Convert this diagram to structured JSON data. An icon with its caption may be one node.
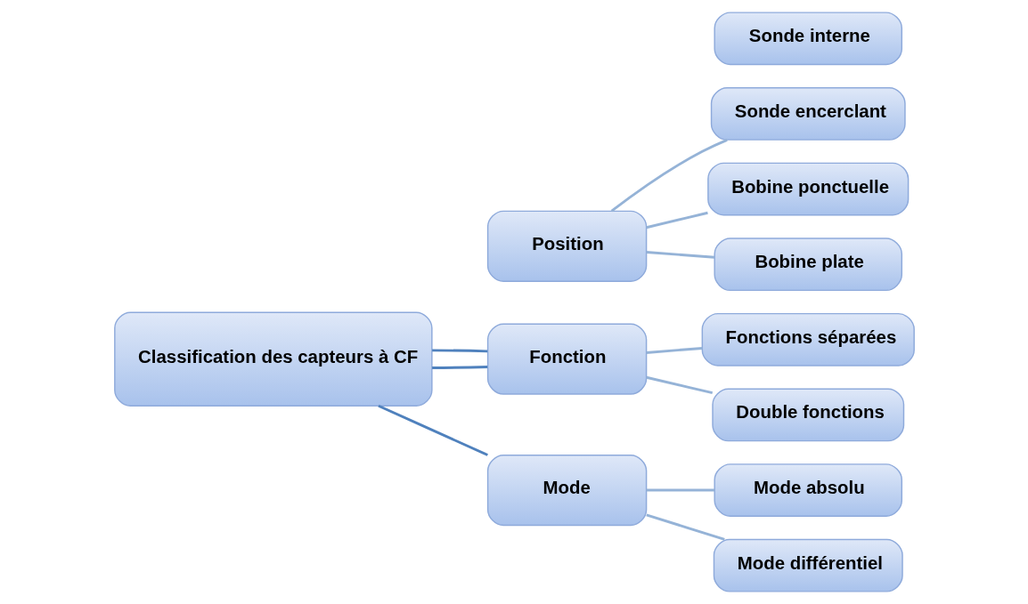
{
  "diagram": {
    "nodes": [
      {
        "text": [
          "Classification des capteurs à CF"
        ]
      },
      {
        "text": [
          "Position"
        ]
      },
      {
        "text": [
          "Sonde interne"
        ]
      },
      {
        "text": [
          "Sonde encerclant"
        ]
      },
      {
        "text": [
          "Bobine ponctuelle"
        ]
      },
      {
        "text": [
          "Bobine plate"
        ]
      },
      {
        "text": [
          "Fonction"
        ]
      },
      {
        "text": [
          "Fonctions séparées"
        ]
      },
      {
        "text": [
          "Double fonctions"
        ]
      },
      {
        "text": [
          "Mode"
        ]
      },
      {
        "text": [
          "Mode absolu"
        ]
      },
      {
        "text": [
          "Mode différentiel"
        ]
      }
    ],
    "edges": [
      {
        "from": 0,
        "to": 6,
        "arrow": "none",
        "color": "#4f81bd"
      },
      {
        "from": 0,
        "to": 6,
        "arrow": "none",
        "color": "#4f81bd"
      },
      {
        "from": 0,
        "to": 9,
        "arrow": "none",
        "color": "#4f81bd"
      },
      {
        "from": 1,
        "to": 3,
        "arrow": "none"
      },
      {
        "from": 1,
        "to": 4,
        "arrow": "none"
      },
      {
        "from": 1,
        "to": 5,
        "arrow": "none"
      },
      {
        "from": 6,
        "to": 7,
        "arrow": "none"
      },
      {
        "from": 6,
        "to": 8,
        "arrow": "none"
      },
      {
        "from": 9,
        "to": 10,
        "arrow": "none"
      },
      {
        "from": 9,
        "to": 11,
        "arrow": "none"
      }
    ]
  }
}
